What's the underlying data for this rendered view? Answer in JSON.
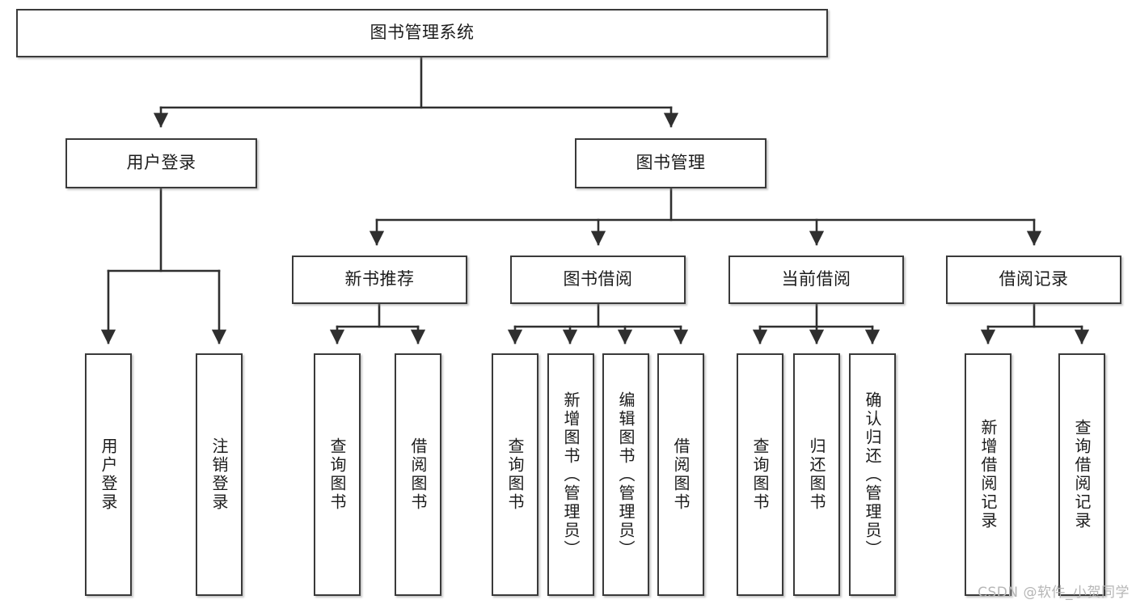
{
  "diagram": {
    "title": "图书管理系统",
    "watermark": "CSDN @软件_小贺同学",
    "colors": {
      "stroke": "#3a3a3a",
      "fill": "#ffffff",
      "text": "#1c1c1c",
      "watermark": "#b6b6b6"
    },
    "nodes": {
      "root": {
        "label": "图书管理系统"
      },
      "level2": [
        {
          "label": "用户登录"
        },
        {
          "label": "图书管理"
        }
      ],
      "level3": [
        {
          "label": "新书推荐"
        },
        {
          "label": "图书借阅"
        },
        {
          "label": "当前借阅"
        },
        {
          "label": "借阅记录"
        }
      ],
      "leaves_user_login": [
        {
          "label": "用户登录"
        },
        {
          "label": "注销登录"
        }
      ],
      "leaves_new_book": [
        {
          "label": "查询图书"
        },
        {
          "label": "借阅图书"
        }
      ],
      "leaves_borrow": [
        {
          "label": "查询图书"
        },
        {
          "label": "新增图书（管理员）"
        },
        {
          "label": "编辑图书（管理员）"
        },
        {
          "label": "借阅图书"
        }
      ],
      "leaves_current": [
        {
          "label": "查询图书"
        },
        {
          "label": "归还图书"
        },
        {
          "label": "确认归还（管理员）"
        }
      ],
      "leaves_record": [
        {
          "label": "新增借阅记录"
        },
        {
          "label": "查询借阅记录"
        }
      ]
    }
  }
}
